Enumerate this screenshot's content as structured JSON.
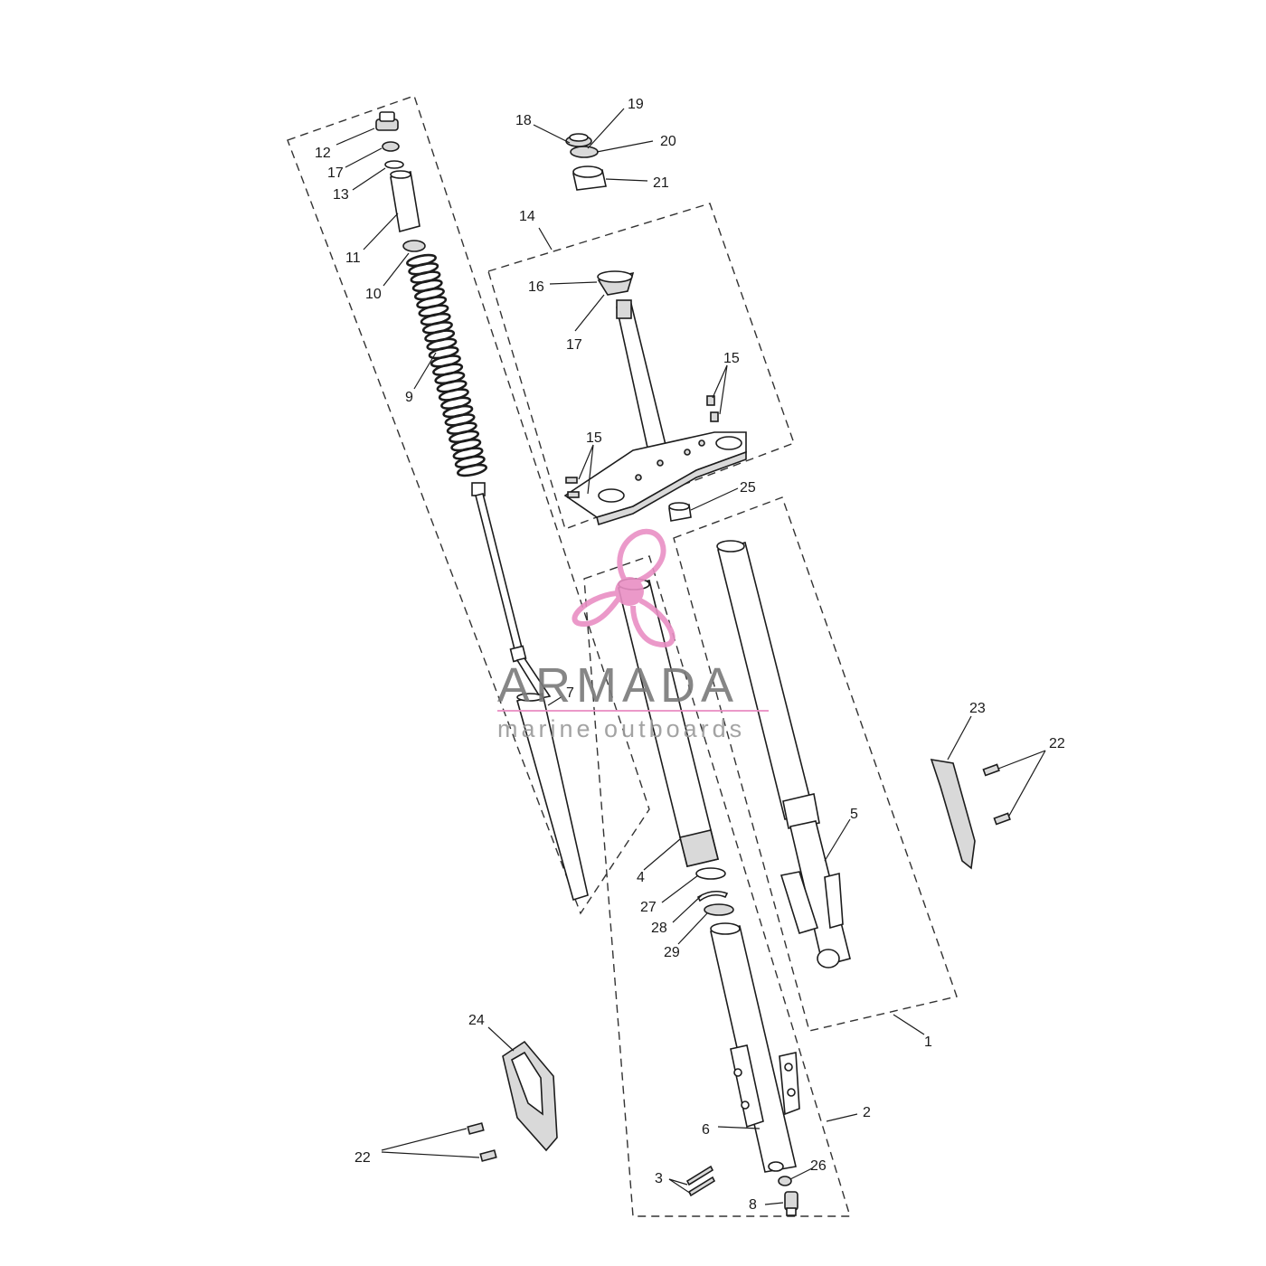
{
  "callouts": {
    "c1": "1",
    "c2": "2",
    "c3": "3",
    "c4": "4",
    "c5": "5",
    "c6": "6",
    "c7": "7",
    "c8": "8",
    "c9": "9",
    "c10": "10",
    "c11": "11",
    "c12": "12",
    "c13": "13",
    "c14": "14",
    "c15a": "15",
    "c15b": "15",
    "c16": "16",
    "c17a": "17",
    "c17b": "17",
    "c18": "18",
    "c19": "19",
    "c20": "20",
    "c21": "21",
    "c22a": "22",
    "c22b": "22",
    "c23": "23",
    "c24": "24",
    "c25": "25",
    "c26": "26",
    "c27": "27",
    "c28": "28",
    "c29": "29"
  },
  "watermark": {
    "brand": "ARMADA",
    "tagline": "marine outboards",
    "logo_icon": "propeller-icon",
    "brand_color": "#e98fc4",
    "text_color": "#7a7a7a"
  }
}
